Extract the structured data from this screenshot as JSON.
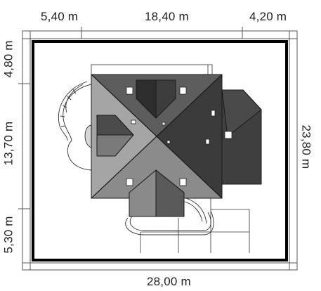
{
  "dimensions": {
    "top": [
      "5,40 m",
      "18,40 m",
      "4,20 m"
    ],
    "left": [
      "4,80 m",
      "13,70 m",
      "5,30 m"
    ],
    "right": "23,80 m",
    "bottom": "28,00 m"
  },
  "colors": {
    "frame": "#000000",
    "roof_dark": "#3f3f3f",
    "roof_mid": "#6e6e6e",
    "roof_light": "#9a9a9a",
    "roof_lighter": "#b4b4b4",
    "outline": "#222222",
    "window": "#ffffff",
    "surround": "#cfcfcf"
  }
}
